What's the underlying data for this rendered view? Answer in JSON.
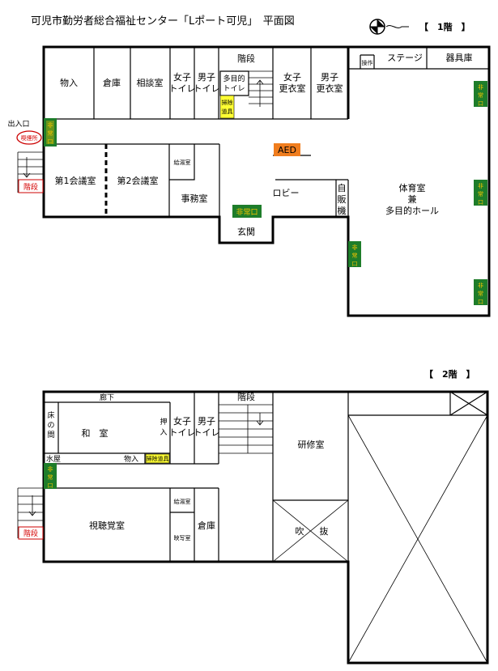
{
  "title": "可児市勤労者総合福祉センター「Lポート可児」　平面図",
  "floor1": {
    "label": "【　1階　】",
    "rooms": {
      "storage_in": "物入",
      "warehouse": "倉庫",
      "consult": "相談室",
      "women_toilet": [
        "女子",
        "トイレ"
      ],
      "men_toilet": [
        "男子",
        "トイレ"
      ],
      "stairs": "階段",
      "multi_toilet": [
        "多目的",
        "トイレ"
      ],
      "cleaning": [
        "掃除",
        "道具"
      ],
      "women_locker": [
        "女子",
        "更衣室"
      ],
      "men_locker": [
        "男子",
        "更衣室"
      ],
      "operation": "操作",
      "stage": "ステージ",
      "equipment": "器具庫",
      "exit": "出入口",
      "smoking": "喫煙所",
      "outer_stairs": "階段",
      "meeting1": "第1会議室",
      "meeting2": "第2会議室",
      "kitchenette": "給湯室",
      "office": "事務室",
      "aed": "AED",
      "lobby": "ロビー",
      "vending": [
        "自",
        "販",
        "機"
      ],
      "gym": [
        "体育室",
        "兼",
        "多目的ホール"
      ],
      "entrance": "玄関"
    }
  },
  "floor2": {
    "label": "【　2階　】",
    "rooms": {
      "corridor": "廊下",
      "tokonoma": [
        "床",
        "の",
        "間"
      ],
      "washitsu": "和　室",
      "closet": [
        "押",
        "入"
      ],
      "women_toilet": [
        "女子",
        "トイレ"
      ],
      "men_toilet": [
        "男子",
        "トイレ"
      ],
      "stairs": "階段",
      "training": "研修室",
      "water": "水屋",
      "storage_in": "物入",
      "cleaning": "掃除道具",
      "outer_stairs": "階段",
      "av_room": "視聴覚室",
      "kitchenette": "給湯室",
      "projection": "映写室",
      "warehouse": "倉庫",
      "atrium": [
        "吹",
        "抜"
      ]
    }
  },
  "emergency_exit": [
    "非",
    "常",
    "口"
  ],
  "emergency_exit_h": "非常口",
  "colors": {
    "exit_fill": "#1e7d2a",
    "exit_text": "#f5c400",
    "aed_fill": "#f07d1e",
    "highlight": "#ffff33",
    "smoking_ring": "#cc0000",
    "red_text": "#d40000"
  }
}
